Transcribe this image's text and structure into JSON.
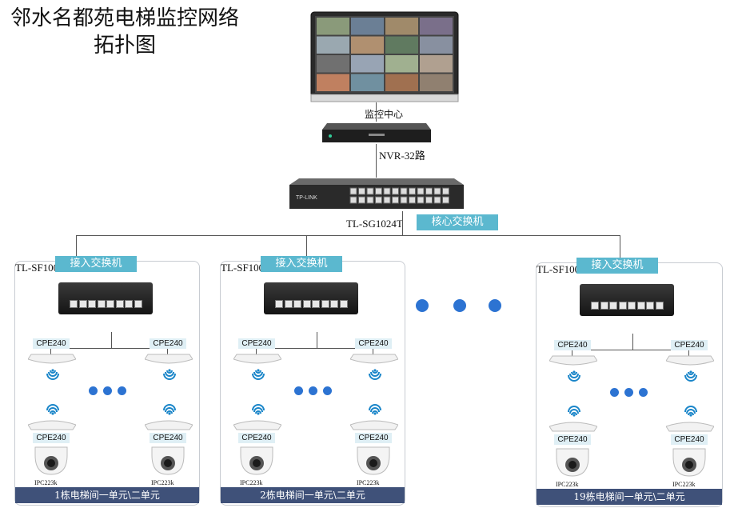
{
  "title": {
    "line1": "邻水名都苑电梯监控网络",
    "line2": "拓扑图"
  },
  "monitor_label": "监控中心",
  "nvr_label": "NVR-32路",
  "core_switch": {
    "model": "TL-SG1024T",
    "role": "核心交换机",
    "brand": "TP-LINK"
  },
  "buildings": [
    {
      "access_label": "接入交换机",
      "switch_model": "TL-SF1008D",
      "cpe_label": "CPE240",
      "ipc_label": "IPC223k",
      "footer": "1栋电梯间一单元\\二单元"
    },
    {
      "access_label": "接入交换机",
      "switch_model": "TL-SF1008D",
      "cpe_label": "CPE240",
      "ipc_label": "IPC223k",
      "footer": "2栋电梯间一单元\\二单元"
    },
    {
      "access_label": "接入交换机",
      "switch_model": "TL-SF1008D",
      "cpe_label": "CPE240",
      "ipc_label": "IPC223k",
      "footer": "19栋电梯间一单元\\二单元"
    }
  ],
  "colors": {
    "tag": "#5bb8cf",
    "footer": "#3f5179",
    "dot": "#2c73d2",
    "wifi": "#1b86c9"
  },
  "icons": [
    "monitor-icon",
    "nvr-icon",
    "switch-icon",
    "cpe-icon",
    "wifi-icon",
    "camera-icon"
  ]
}
